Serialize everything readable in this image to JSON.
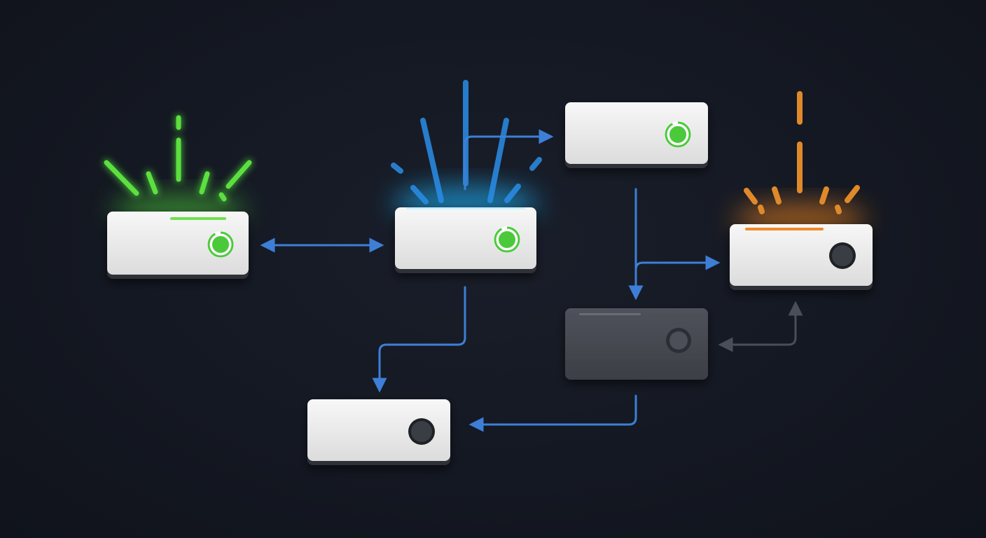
{
  "colors": {
    "background": "#141822",
    "node_light": "#ececec",
    "node_dark": "#45464f",
    "connector": "#3d7fd6",
    "connector_muted": "#4a4e5a",
    "status_active": "#4cc93a",
    "status_idle": "#3a3c44",
    "glow_green": "#4fd63a",
    "glow_cyan": "#1fb8ff",
    "glow_orange": "#ff8c1a"
  },
  "nodes": [
    {
      "id": "node-1",
      "theme": "light",
      "status": "active",
      "glow": "green"
    },
    {
      "id": "node-2",
      "theme": "light",
      "status": "active",
      "glow": "cyan"
    },
    {
      "id": "node-3",
      "theme": "light",
      "status": "active",
      "glow": "none"
    },
    {
      "id": "node-4",
      "theme": "light",
      "status": "idle",
      "glow": "orange"
    },
    {
      "id": "node-5",
      "theme": "dark",
      "status": "idle",
      "glow": "none"
    },
    {
      "id": "node-6",
      "theme": "light",
      "status": "idle",
      "glow": "none"
    }
  ],
  "connections": [
    {
      "from": "node-1",
      "to": "node-2",
      "direction": "bidirectional",
      "color": "blue"
    },
    {
      "from": "node-2",
      "to": "node-3",
      "direction": "one-way",
      "color": "blue"
    },
    {
      "from": "node-2",
      "to": "node-6",
      "direction": "one-way",
      "color": "blue"
    },
    {
      "from": "node-3",
      "to": "node-5",
      "direction": "one-way",
      "color": "blue"
    },
    {
      "from": "node-3",
      "to": "node-4",
      "direction": "one-way",
      "color": "blue"
    },
    {
      "from": "node-4",
      "to": "node-5",
      "direction": "bidirectional",
      "color": "gray"
    },
    {
      "from": "node-5",
      "to": "node-6",
      "direction": "one-way",
      "color": "blue"
    }
  ]
}
